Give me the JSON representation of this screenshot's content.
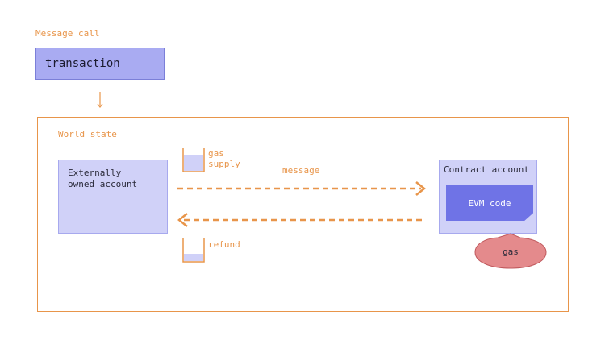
{
  "title": "Message call",
  "transaction_label": "transaction",
  "world_state_label": "World state",
  "eoa": {
    "line1": "Externally",
    "line2": "owned account"
  },
  "contract": {
    "label": "Contract account",
    "evm_label": "EVM code"
  },
  "gas_label": "gas",
  "gas_supply": {
    "line1": "gas",
    "line2": "supply"
  },
  "message_label": "message",
  "refund_label": "refund",
  "colors": {
    "orange": "#e8954a",
    "lavender": "#d0d1f8",
    "indigo": "#6f73e6",
    "tx_fill": "#a9abf2",
    "gas_fill": "#e48a8c"
  }
}
